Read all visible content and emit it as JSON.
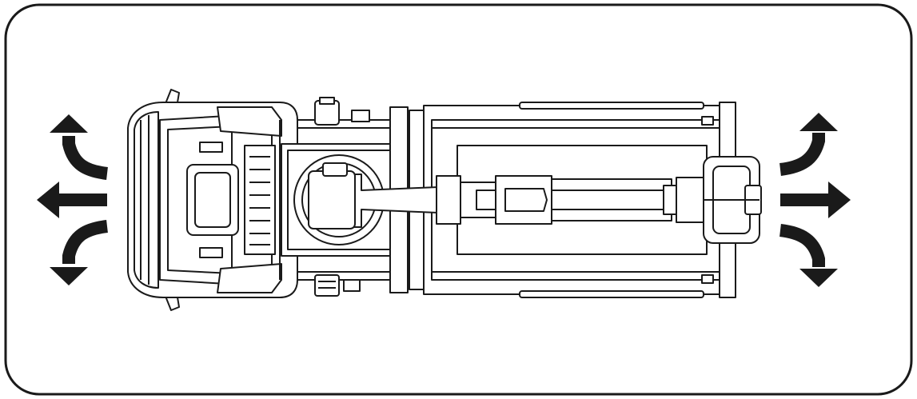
{
  "diagram": {
    "subject": "truck-with-crane-top-view",
    "colors": {
      "ink": "#1a1a1a",
      "background": "#ffffff",
      "panel_fill": "#ffffff"
    },
    "left_arrows": [
      "curve-up-left",
      "straight-left",
      "curve-down-left"
    ],
    "right_arrows": [
      "curve-up-right",
      "straight-right",
      "curve-down-right"
    ]
  }
}
